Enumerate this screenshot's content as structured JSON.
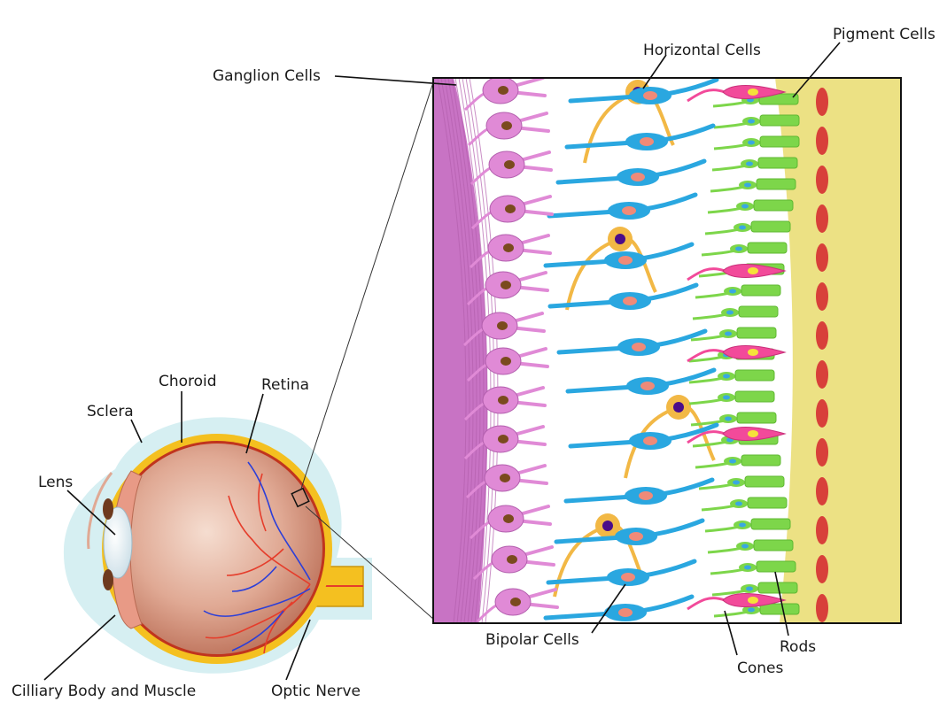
{
  "labels": {
    "ganglion": "Ganglion Cells",
    "horizontal": "Horizontal Cells",
    "pigment": "Pigment Cells",
    "choroid": "Choroid",
    "retina": "Retina",
    "sclera": "Sclera",
    "lens": "Lens",
    "ciliary": "Cilliary Body and Muscle",
    "optic": "Optic Nerve",
    "bipolar": "Bipolar Cells",
    "rods": "Rods",
    "cones": "Cones"
  },
  "colors": {
    "ganglion": "#e08ad6",
    "ganglion_nucleus": "#7a4a1e",
    "bipolar": "#2aa7e0",
    "bipolar_nucleus": "#f08a78",
    "horizontal": "#f2b845",
    "horizontal_nucleus": "#4a0c8a",
    "rod": "#7dd64a",
    "rod_nucleus": "#3aa8e0",
    "cone": "#f24a9a",
    "cone_nucleus": "#f5e23a",
    "pigment": "#ece184",
    "pigment_nucleus": "#d8403a",
    "nerve_fiber": "#c873c4",
    "sclera": "#d6eff2",
    "choroid": "#f4c020",
    "eyeball": "#e8b7a4",
    "vessel_red": "#e53d2b",
    "vessel_blue": "#2c3fd8"
  }
}
